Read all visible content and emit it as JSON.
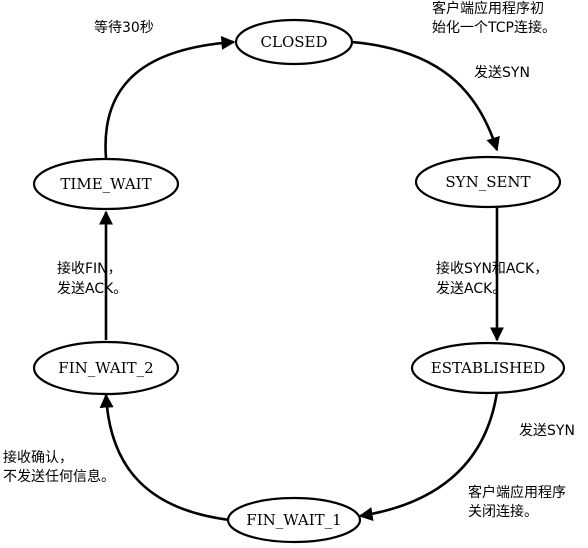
{
  "states": {
    "closed": "CLOSED",
    "syn_sent": "SYN_SENT",
    "established": "ESTABLISHED",
    "fin_wait_1": "FIN_WAIT_1",
    "fin_wait_2": "FIN_WAIT_2",
    "time_wait": "TIME_WAIT"
  },
  "notes": {
    "client_init": [
      "客户端应用程序初",
      "始化一个TCP连接。"
    ],
    "send_syn": "发送SYN",
    "recv_synack": [
      "接收SYN和ACK，",
      "发送ACK。"
    ],
    "send_fin": "发送SYN",
    "client_close": [
      "客户端应用程序",
      "关闭连接。"
    ],
    "recv_ack": [
      "接收确认，",
      "不发送任何信息。"
    ],
    "recv_fin": [
      "接收FIN，",
      "发送ACK。"
    ],
    "wait_30s": "等待30秒"
  }
}
